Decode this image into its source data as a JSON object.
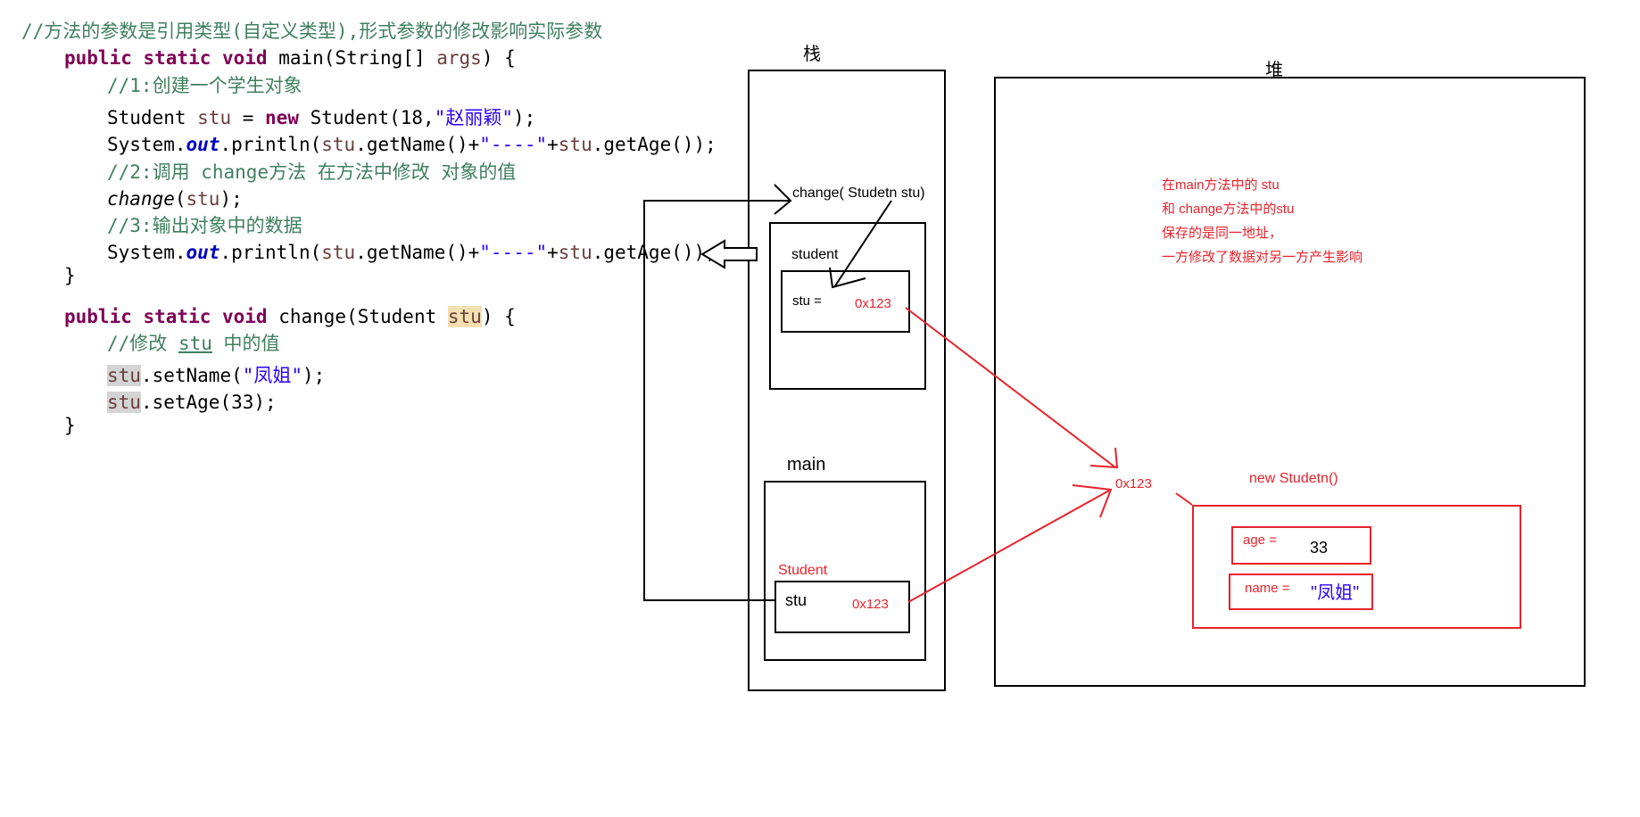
{
  "code": {
    "comment_top": "//方法的参数是引用类型(自定义类型),形式参数的修改影响实际参数",
    "main_sig": {
      "kw": "public static void",
      "name": "main(String[] ",
      "arg": "args",
      "brace": ") {"
    },
    "c1": "//1:创建一个学生对象",
    "l1": {
      "type": "Student ",
      "var": "stu",
      "eq": " = ",
      "kw_new": "new",
      "ctor": " Student(18,",
      "str": "\"赵丽颖\"",
      "end": ");"
    },
    "print": {
      "sys": "System.",
      "out": "out",
      "call": ".println(",
      "v1": "stu",
      "m1": ".getName()+",
      "sep": "\"----\"",
      "plus": "+",
      "v2": "stu",
      "m2": ".getAge());"
    },
    "c2": "//2:调用 change方法 在方法中修改 对象的值",
    "call_change": {
      "name": "change",
      "open": "(",
      "arg": "stu",
      "close": ");"
    },
    "c3": "//3:输出对象中的数据",
    "close": "}",
    "change_sig": {
      "kw": "public static void",
      "name": " change(Student ",
      "arg": "stu",
      "brace": ") {"
    },
    "c4_pre": "//修改 ",
    "c4_var": "stu",
    "c4_post": " 中的值",
    "set_name": {
      "var": "stu",
      "call": ".setName(",
      "str": "\"凤姐\"",
      "end": ");"
    },
    "set_age": {
      "var": "stu",
      "call": ".setAge(33);"
    }
  },
  "diagram": {
    "stack_title": "栈",
    "heap_title": "堆",
    "change_frame": "change( Studetn stu)",
    "change_type": "student",
    "change_var": "stu =",
    "change_addr": "0x123",
    "main_frame": "main",
    "main_type": "Student",
    "main_var": "stu",
    "main_addr": "0x123",
    "heap_addr": "0x123",
    "new_obj": "new Studetn()",
    "age_label": "age  =",
    "age_value": "33",
    "name_label": "name =",
    "name_value": "\"凤姐\"",
    "note": [
      "在main方法中的 stu",
      "和 change方法中的stu",
      "保存的是同一地址，",
      "一方修改了数据对另一方产生影响"
    ]
  },
  "colors": {
    "annotation": "#e8232b",
    "keyword": "#7f0055",
    "comment": "#3f7f5f",
    "string": "#2a00ff"
  }
}
